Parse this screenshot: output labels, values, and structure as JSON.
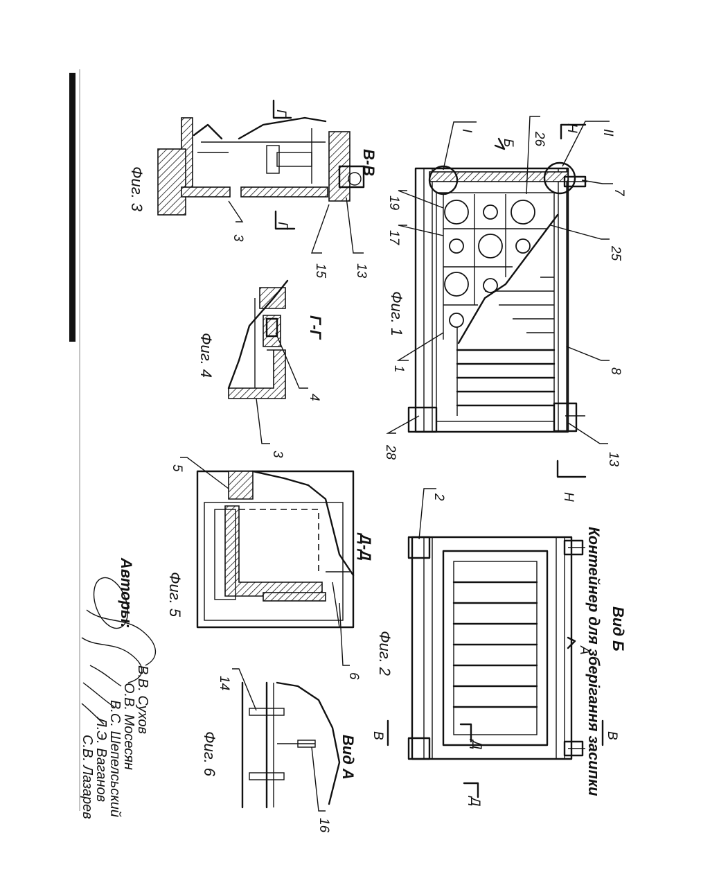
{
  "title": "Контейнер для зберігання засипки",
  "view_b": "Вид Б",
  "view_a": "Вид А",
  "figures": {
    "fig1": "Фиг. 1",
    "fig2": "Фиг. 2",
    "fig3": "Фиг. 3",
    "fig4": "Фиг. 4",
    "fig5": "Фиг. 5",
    "fig6": "Фиг. 6"
  },
  "sections": {
    "b_b": "В-В",
    "g_g": "Г-Г",
    "d_d": "Д-Д"
  },
  "section_marks": {
    "I": "I",
    "II": "II",
    "B": "Б",
    "H": "Н",
    "A": "А",
    "V": "В",
    "G": "Г",
    "D": "Д"
  },
  "part_numbers": {
    "fig1": [
      "26",
      "19",
      "17",
      "1",
      "28",
      "25",
      "8",
      "13",
      "7"
    ],
    "fig2": [
      "2"
    ],
    "fig3": [
      "3",
      "15",
      "13"
    ],
    "fig4": [
      "4",
      "3"
    ],
    "fig5": [
      "5",
      "6"
    ],
    "fig6": [
      "14",
      "16"
    ]
  },
  "authors_heading": "Авторы:",
  "authors": [
    "В.В. Сухов",
    "О.В. Мосесян",
    "В.С. Шепелсьский",
    "Л.Э. Ваганов",
    "С.В. Лазарев"
  ]
}
